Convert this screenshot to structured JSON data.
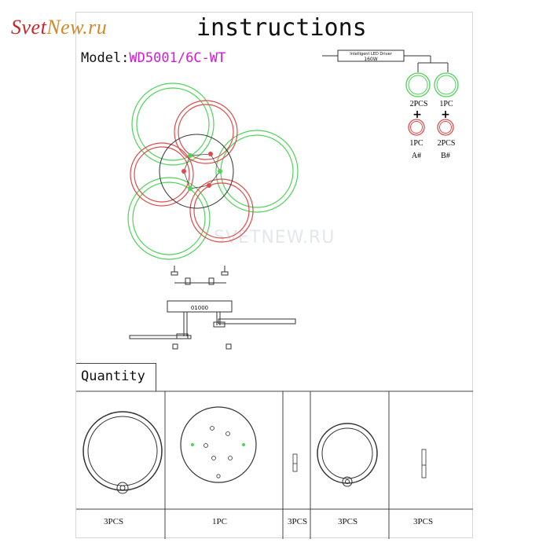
{
  "logo": {
    "text": "SvetNew.ru",
    "color_svet": "#c8262a",
    "color_new": "#d08a2c"
  },
  "title": "instructions",
  "model": {
    "prefix": "Model:",
    "value": "WD5001/6C-WT"
  },
  "driver": {
    "line1": "Intelligent LED Driver",
    "line2": "160W"
  },
  "connections": {
    "green_left": "2PCS",
    "green_right": "1PC",
    "red_left": "1PC",
    "red_right": "2PCS",
    "group_left": "A#",
    "group_right": "B#",
    "plus": "+"
  },
  "watermark": "SVETNEW.RU",
  "canopy_label": "01000",
  "quantity": {
    "label": "Quantity",
    "counts": [
      "3PCS",
      "1PC",
      "3PCS",
      "3PCS",
      "3PCS"
    ]
  },
  "colors": {
    "green": "#4fd35a",
    "red": "#e04a4a",
    "line": "#333333"
  }
}
